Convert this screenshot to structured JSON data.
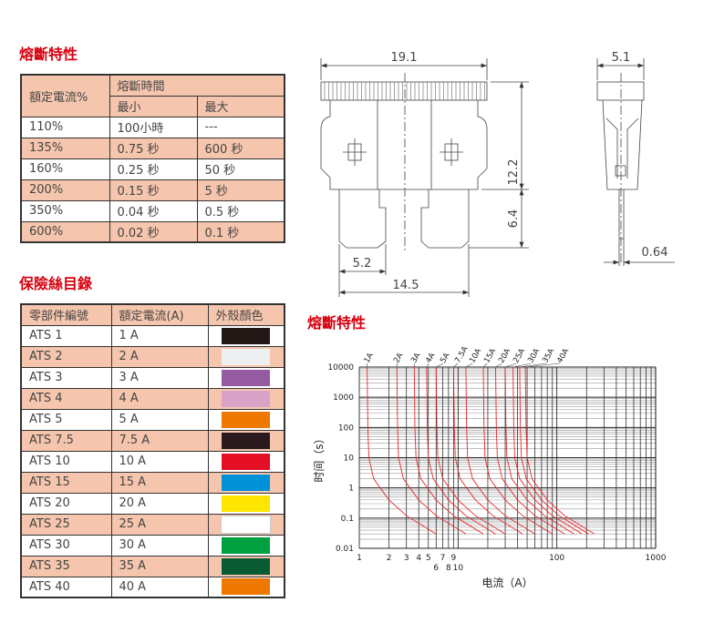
{
  "fuse_characteristics": {
    "title": "熔斷特性",
    "header_rated": "額定電流%",
    "header_time": "熔斷時間",
    "header_min": "最小",
    "header_max": "最大",
    "rows": [
      {
        "rated": "110%",
        "min": "100小時",
        "max": "---"
      },
      {
        "rated": "135%",
        "min": "0.75 秒",
        "max": "600 秒"
      },
      {
        "rated": "160%",
        "min": "0.25 秒",
        "max": "50 秒"
      },
      {
        "rated": "200%",
        "min": "0.15 秒",
        "max": "5 秒"
      },
      {
        "rated": "350%",
        "min": "0.04 秒",
        "max": "0.5 秒"
      },
      {
        "rated": "600%",
        "min": "0.02 秒",
        "max": "0.1 秒"
      }
    ]
  },
  "catalog": {
    "title": "保險絲目錄",
    "headers": [
      "零部件編號",
      "額定電流(A)",
      "外殼顏色"
    ],
    "rows": [
      {
        "part": "ATS 1",
        "rated": "1 A",
        "color": "#231815"
      },
      {
        "part": "ATS 2",
        "rated": "2 A",
        "color": "#eeeff0"
      },
      {
        "part": "ATS 3",
        "rated": "3 A",
        "color": "#955ba0"
      },
      {
        "part": "ATS 4",
        "rated": "4 A",
        "color": "#d9a3c8"
      },
      {
        "part": "ATS 5",
        "rated": "5 A",
        "color": "#ee7800"
      },
      {
        "part": "ATS 7.5",
        "rated": "7.5 A",
        "color": "#2a1a1e"
      },
      {
        "part": "ATS 10",
        "rated": "10 A",
        "color": "#e50f25"
      },
      {
        "part": "ATS 15",
        "rated": "15 A",
        "color": "#0092d8"
      },
      {
        "part": "ATS 20",
        "rated": "20 A",
        "color": "#ffe600"
      },
      {
        "part": "ATS 25",
        "rated": "25 A",
        "color": "#ffffff"
      },
      {
        "part": "ATS 30",
        "rated": "30 A",
        "color": "#00a040"
      },
      {
        "part": "ATS 35",
        "rated": "35 A",
        "color": "#085b32"
      },
      {
        "part": "ATS 40",
        "rated": "40 A",
        "color": "#ee7800"
      }
    ]
  },
  "dimensions": {
    "width": "19.1",
    "body_height": "12.2",
    "blade_length": "6.4",
    "blade_width": "5.2",
    "blade_span": "14.5",
    "thickness": "5.1",
    "blade_thickness": "0.64"
  },
  "chart_title": "熔斷特性",
  "chart_data": {
    "type": "line",
    "xlabel": "电流（A）",
    "ylabel": "时间（s）",
    "xscale": "log",
    "yscale": "log",
    "xlim": [
      1,
      1000
    ],
    "ylim": [
      0.01,
      10000
    ],
    "grid": true,
    "xticks": [
      "1",
      "2",
      "3",
      "4",
      "5",
      "6",
      "7",
      "8",
      "9",
      "10",
      "100",
      "1000"
    ],
    "xtick_values": [
      1,
      2,
      3,
      4,
      5,
      6,
      7,
      8,
      9,
      10,
      100,
      1000
    ],
    "yticks": [
      "10000",
      "1000",
      "100",
      "10",
      "1",
      "0.1",
      "0.01"
    ],
    "ytick_values": [
      10000,
      1000,
      100,
      10,
      1,
      0.1,
      0.01
    ],
    "t": [
      10000,
      100,
      10,
      2,
      0.4,
      0.12,
      0.03
    ],
    "line_color": "#e8262b",
    "series": [
      {
        "name": "1A",
        "x": [
          1.2,
          1.22,
          1.25,
          1.4,
          2,
          3,
          6
        ]
      },
      {
        "name": "2A",
        "x": [
          2.4,
          2.44,
          2.5,
          2.8,
          4,
          6,
          12
        ]
      },
      {
        "name": "3A",
        "x": [
          3.6,
          3.66,
          3.75,
          4.2,
          6,
          9,
          18
        ]
      },
      {
        "name": "4A",
        "x": [
          4.8,
          4.88,
          5,
          5.6,
          8,
          12,
          24
        ]
      },
      {
        "name": "5A",
        "x": [
          6,
          6.1,
          6.25,
          7,
          10,
          15,
          30
        ]
      },
      {
        "name": "7.5A",
        "x": [
          9,
          9.15,
          9.38,
          10.5,
          15,
          22.5,
          45
        ]
      },
      {
        "name": "10A",
        "x": [
          12,
          12.2,
          12.5,
          14,
          20,
          30,
          60
        ]
      },
      {
        "name": "15A",
        "x": [
          18,
          18.3,
          18.75,
          21,
          30,
          45,
          90
        ]
      },
      {
        "name": "20A",
        "x": [
          24,
          24.4,
          25,
          28,
          40,
          60,
          120
        ]
      },
      {
        "name": "25A",
        "x": [
          30,
          30.5,
          31.25,
          35,
          50,
          75,
          150
        ]
      },
      {
        "name": "30A",
        "x": [
          36,
          36.6,
          37.5,
          42,
          60,
          90,
          180
        ]
      },
      {
        "name": "35A",
        "x": [
          42,
          42.7,
          43.75,
          49,
          70,
          105,
          210
        ]
      },
      {
        "name": "40A",
        "x": [
          48,
          48.8,
          50,
          56,
          80,
          120,
          240
        ]
      }
    ]
  }
}
